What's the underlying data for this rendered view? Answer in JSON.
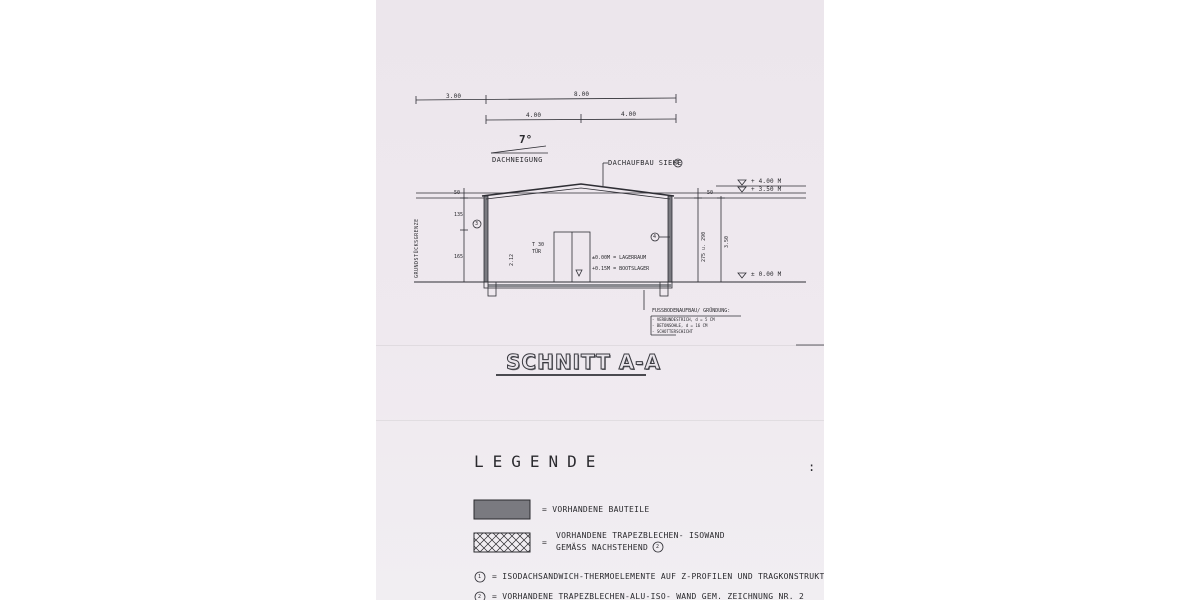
{
  "drawing": {
    "dimensions_top": {
      "left_span": "3.00",
      "total_span": "8.00",
      "half_left": "4.00",
      "half_right": "4.00"
    },
    "roof": {
      "angle": "7°",
      "label": "DACHNEIGUNG"
    },
    "callout_roof": "DACHAUFBAU SIEHE",
    "callout_roof_marker": "1",
    "levels": {
      "top": "+ 4.00  M",
      "eave": "+ 3.50  M",
      "ground": "± 0.00  M"
    },
    "left_dims": {
      "d1": "50",
      "d2": "135",
      "d3": "165"
    },
    "right_dims": {
      "d1": "50",
      "d2": "275 u. 290",
      "d3": "3.50"
    },
    "boundary_label": "GRUNDSTÜCKSGRENZE",
    "wall_markers": {
      "left": "3",
      "right": "4"
    },
    "door": {
      "rating": "T 30",
      "label": "TÜR",
      "height": "2.12"
    },
    "room_notes": [
      "±0.00M = LAGERRAUM",
      "+0.15M = BOOTSLAGER"
    ],
    "floor_build_up": {
      "heading": "FUSSBODENAUFBAU/ GRÜNDUNG:",
      "layers": [
        "- VERBUNDESTRICH,  d = 5 CM",
        "- BETONSOHLE,  d = 16 CM",
        "- SCHOTTERSCHICHT"
      ]
    },
    "section_title": "SCHNITT A-A"
  },
  "legend": {
    "heading": "LEGENDE",
    "colon": ":",
    "items": [
      {
        "swatch": "grey-fill",
        "text": "= VORHANDENE BAUTEILE"
      },
      {
        "swatch": "crosshatch",
        "text_line1": "VORHANDENE TRAPEZBLECHEN- ISOWAND",
        "text_line2": "GEMÄSS NACHSTEHEND",
        "marker": "2"
      }
    ],
    "notes": [
      {
        "marker": "1",
        "text": "= ISODACHSANDWICH-THERMOELEMENTE AUF Z-PROFILEN UND TRAGKONSTRUKTION"
      },
      {
        "marker": "2",
        "text": "= VORHANDENE TRAPEZBLECHEN-ALU-ISO- WAND GEM. ZEICHNUNG NR. 2"
      }
    ]
  },
  "colors": {
    "paper": "#ede7ed",
    "ink": "#2a2a2e",
    "fill_grey": "#7a7a80"
  }
}
